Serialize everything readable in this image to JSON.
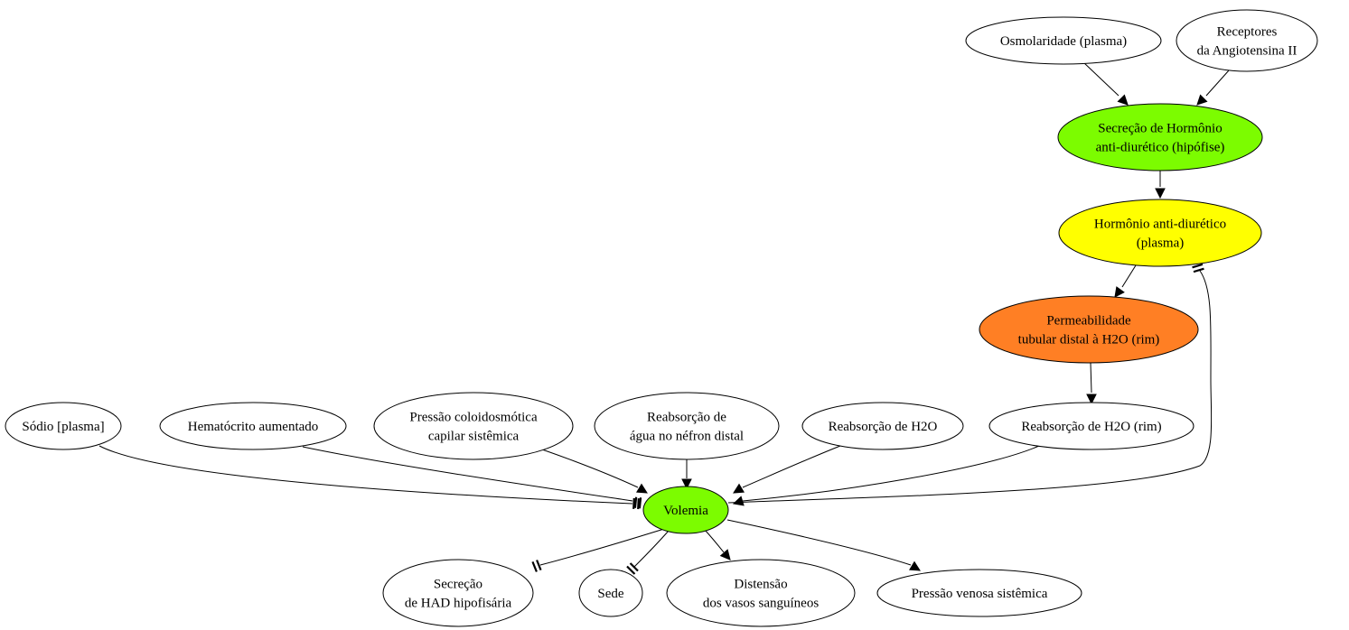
{
  "nodes": {
    "osmolaridade": {
      "lines": [
        "Osmolaridade (plasma)"
      ],
      "fill": "#ffffff"
    },
    "receptores": {
      "lines": [
        "Receptores",
        "da Angiotensina II"
      ],
      "fill": "#ffffff"
    },
    "secrecao_had": {
      "lines": [
        "Secreção de Hormônio",
        "anti-diurético (hipófise)"
      ],
      "fill": "#7cfc00"
    },
    "hormonio_plasma": {
      "lines": [
        "Hormônio anti-diurético",
        "(plasma)"
      ],
      "fill": "#ffff00"
    },
    "permeabilidade": {
      "lines": [
        "Permeabilidade",
        "tubular distal à H2O (rim)"
      ],
      "fill": "#ff7f24"
    },
    "reabsorcao_rim": {
      "lines": [
        "Reabsorção de H2O (rim)"
      ],
      "fill": "#ffffff"
    },
    "sodio": {
      "lines": [
        "Sódio [plasma]"
      ],
      "fill": "#ffffff"
    },
    "hematocrito": {
      "lines": [
        "Hematócrito aumentado"
      ],
      "fill": "#ffffff"
    },
    "pressao_colo": {
      "lines": [
        "Pressão coloidosmótica",
        "capilar sistêmica"
      ],
      "fill": "#ffffff"
    },
    "reabsorcao_agua": {
      "lines": [
        "Reabsorção de",
        "água no néfron distal"
      ],
      "fill": "#ffffff"
    },
    "reabsorcao_h2o": {
      "lines": [
        "Reabsorção de H2O"
      ],
      "fill": "#ffffff"
    },
    "volemia": {
      "lines": [
        "Volemia"
      ],
      "fill": "#7cfc00"
    },
    "secrecao_had_hip": {
      "lines": [
        "Secreção",
        "de HAD hipofisária"
      ],
      "fill": "#ffffff"
    },
    "sede": {
      "lines": [
        "Sede"
      ],
      "fill": "#ffffff"
    },
    "distensao": {
      "lines": [
        "Distensão",
        "dos vasos sanguíneos"
      ],
      "fill": "#ffffff"
    },
    "pressao_venosa": {
      "lines": [
        "Pressão venosa sistêmica"
      ],
      "fill": "#ffffff"
    }
  },
  "edges": [
    {
      "from": "osmolaridade",
      "to": "secrecao_had",
      "type": "activation"
    },
    {
      "from": "receptores",
      "to": "secrecao_had",
      "type": "activation"
    },
    {
      "from": "secrecao_had",
      "to": "hormonio_plasma",
      "type": "activation"
    },
    {
      "from": "hormonio_plasma",
      "to": "permeabilidade",
      "type": "activation"
    },
    {
      "from": "permeabilidade",
      "to": "reabsorcao_rim",
      "type": "activation"
    },
    {
      "from": "volemia",
      "to": "hormonio_plasma",
      "type": "inhibition"
    },
    {
      "from": "sodio",
      "to": "volemia",
      "type": "inhibition"
    },
    {
      "from": "hematocrito",
      "to": "volemia",
      "type": "inhibition"
    },
    {
      "from": "pressao_colo",
      "to": "volemia",
      "type": "activation"
    },
    {
      "from": "reabsorcao_agua",
      "to": "volemia",
      "type": "activation"
    },
    {
      "from": "reabsorcao_h2o",
      "to": "volemia",
      "type": "activation"
    },
    {
      "from": "reabsorcao_rim",
      "to": "volemia",
      "type": "activation"
    },
    {
      "from": "volemia",
      "to": "secrecao_had_hip",
      "type": "inhibition"
    },
    {
      "from": "volemia",
      "to": "sede",
      "type": "inhibition"
    },
    {
      "from": "volemia",
      "to": "distensao",
      "type": "activation"
    },
    {
      "from": "volemia",
      "to": "pressao_venosa",
      "type": "activation"
    }
  ]
}
